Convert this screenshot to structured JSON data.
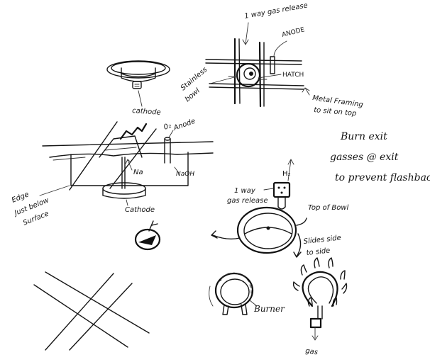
{
  "labels": {
    "gas_release_top": "1 way gas release",
    "anode_top": "ANODE",
    "hatch": "HATCH",
    "stainless_bowl_1": "Stainless",
    "stainless_bowl_2": "bowl",
    "metal_framing_1": "Metal Framing",
    "metal_framing_2": "to sit on top",
    "cathode_top": "cathode",
    "anode_mid_1": "0₂",
    "anode_mid_2": "Anode",
    "na": "Na",
    "naoh": "NaOH",
    "edge_1": "Edge",
    "edge_2": "Just below",
    "edge_3": "Surface",
    "cathode_mid": "Cathode",
    "burn_1": "Burn exit",
    "burn_2": "gasses @ exit",
    "burn_3": "to prevent flashback",
    "h2": "H₂",
    "gas_release_mid_1": "1 way",
    "gas_release_mid_2": "gas release",
    "top_of_bowl": "Top of Bowl",
    "slides_1": "Slides side",
    "slides_2": "to side",
    "burner": "Burner",
    "gas": "gas"
  }
}
